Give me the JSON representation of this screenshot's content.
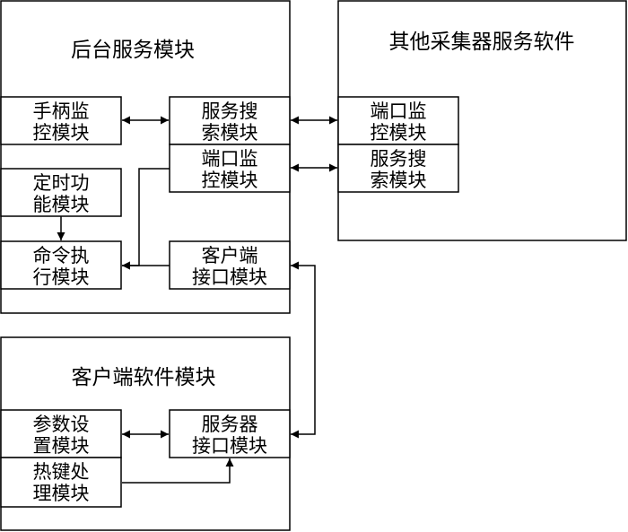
{
  "backend": {
    "title": "后台服务模块",
    "handle_monitor": [
      "手柄监",
      "控模块"
    ],
    "service_search": [
      "服务搜",
      "索模块"
    ],
    "port_monitor": [
      "端口监",
      "控模块"
    ],
    "timer": [
      "定时功",
      "能模块"
    ],
    "command_exec": [
      "命令执",
      "行模块"
    ],
    "client_interface": [
      "客户端",
      "接口模块"
    ]
  },
  "other_collector": {
    "title": "其他采集器服务软件",
    "port_monitor": [
      "端口监",
      "控模块"
    ],
    "service_search": [
      "服务搜",
      "索模块"
    ]
  },
  "client_software": {
    "title": "客户端软件模块",
    "param_settings": [
      "参数设",
      "置模块"
    ],
    "server_interface": [
      "服务器",
      "接口模块"
    ],
    "hotkey": [
      "热键处",
      "理模块"
    ]
  }
}
